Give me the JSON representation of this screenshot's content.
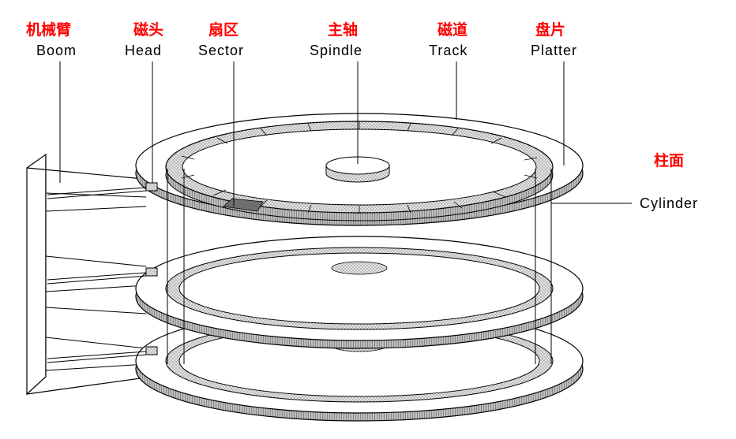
{
  "labels": {
    "boom": {
      "cn": "机械臂",
      "en": "Boom"
    },
    "head": {
      "cn": "磁头",
      "en": "Head"
    },
    "sector": {
      "cn": "扇区",
      "en": "Sector"
    },
    "spindle": {
      "cn": "主轴",
      "en": "Spindle"
    },
    "track": {
      "cn": "磁道",
      "en": "Track"
    },
    "platter": {
      "cn": "盘片",
      "en": "Platter"
    },
    "cylinder": {
      "cn": "柱面",
      "en": "Cylinder"
    }
  },
  "colors": {
    "cn_label": "#ff0000",
    "en_label": "#000000",
    "line": "#000000",
    "track_fill": "#cfcfcf",
    "sector_fill": "#8a8a8a",
    "platter_fill": "#ffffff"
  }
}
